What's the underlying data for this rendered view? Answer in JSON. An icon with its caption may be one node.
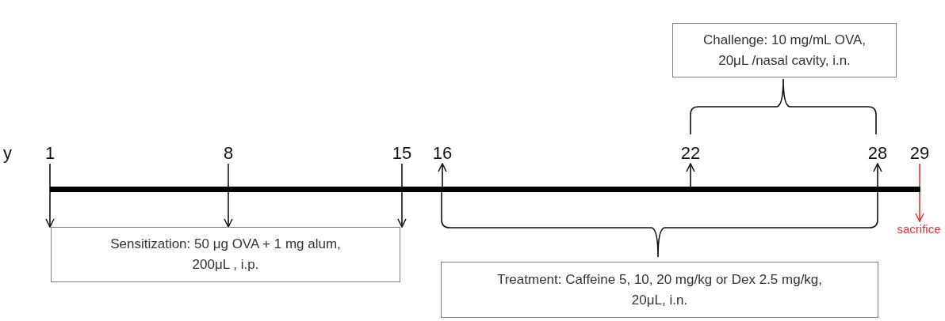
{
  "diagram": {
    "nodes": [
      {
        "text": [
          "Challenge: 10 mg/mL OVA, 20μL /nasal cavity, i.n."
        ]
      },
      {
        "text": [
          "1"
        ]
      },
      {
        "text": [
          "8"
        ]
      },
      {
        "text": [
          "15"
        ]
      },
      {
        "text": [
          "16"
        ]
      },
      {
        "text": [
          "22"
        ]
      },
      {
        "text": [
          "28"
        ]
      },
      {
        "text": [
          "29"
        ]
      },
      {
        "text": [],
        "shape": "bar"
      },
      {
        "text": [
          "Sensitization: 50 μg OVA + 1 mg alum, 200μL , i.p."
        ]
      },
      {
        "text": [
          "sacrifice"
        ]
      },
      {
        "text": [
          "Treatment: Caffeine 5, 10, 20 mg/kg or Dex 2.5 mg/kg, 20μL, i.n."
        ]
      }
    ],
    "edges": [
      {
        "from": 1,
        "to": 9,
        "arrow": "to"
      },
      {
        "from": 2,
        "to": 9,
        "arrow": "to"
      },
      {
        "from": 3,
        "to": 9,
        "arrow": "to"
      },
      {
        "from": 8,
        "to": 4,
        "arrow": "to"
      },
      {
        "from": 8,
        "to": 5,
        "arrow": "to"
      },
      {
        "from": 8,
        "to": 6,
        "arrow": "to"
      },
      {
        "from": 7,
        "to": 10,
        "arrow": "to",
        "color": "#e8302c"
      }
    ],
    "labels": [
      "y"
    ]
  }
}
